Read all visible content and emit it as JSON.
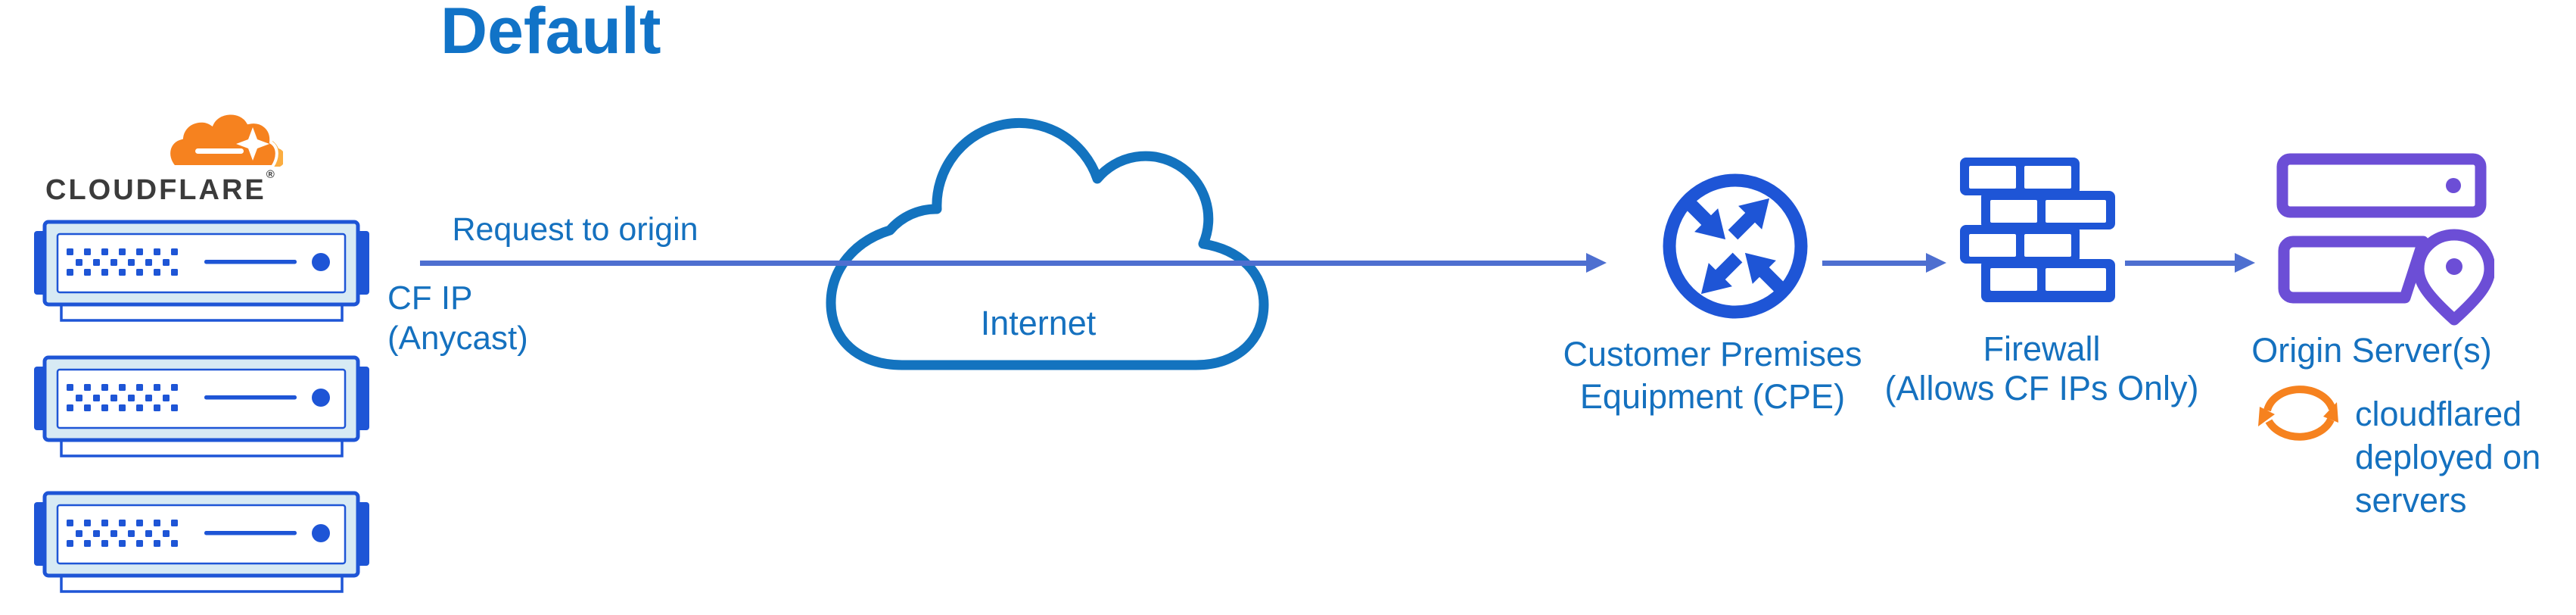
{
  "title": "Default",
  "colors": {
    "title_blue": "#1173c7",
    "label_blue": "#1571bf",
    "icon_royal_blue": "#1e55d6",
    "arrow_slate_blue": "#4e6fd0",
    "cloud_outline_blue": "#1373bf",
    "server_body_fill": "#d7eaf4",
    "origin_purple": "#6c4ed6",
    "cloudflare_orange": "#f6821f",
    "cloudflare_orange_light": "#fbad41",
    "wordmark_dark": "#3b3b3b"
  },
  "cloudflare": {
    "wordmark": "CLOUDFLARE",
    "registered_mark": "®",
    "server_count": 3
  },
  "edge_labels": {
    "request": "Request to origin",
    "cf_ip_line1": "CF IP",
    "cf_ip_line2": "(Anycast)"
  },
  "nodes": {
    "internet": {
      "label": "Internet"
    },
    "cpe": {
      "label_line1": "Customer Premises",
      "label_line2": "Equipment (CPE)"
    },
    "firewall": {
      "label_line1": "Firewall",
      "label_line2": "(Allows CF IPs Only)"
    },
    "origin": {
      "label": "Origin Server(s)"
    },
    "cloudflared": {
      "label_line1": "cloudflared",
      "label_line2": "deployed on",
      "label_line3": "servers"
    }
  }
}
